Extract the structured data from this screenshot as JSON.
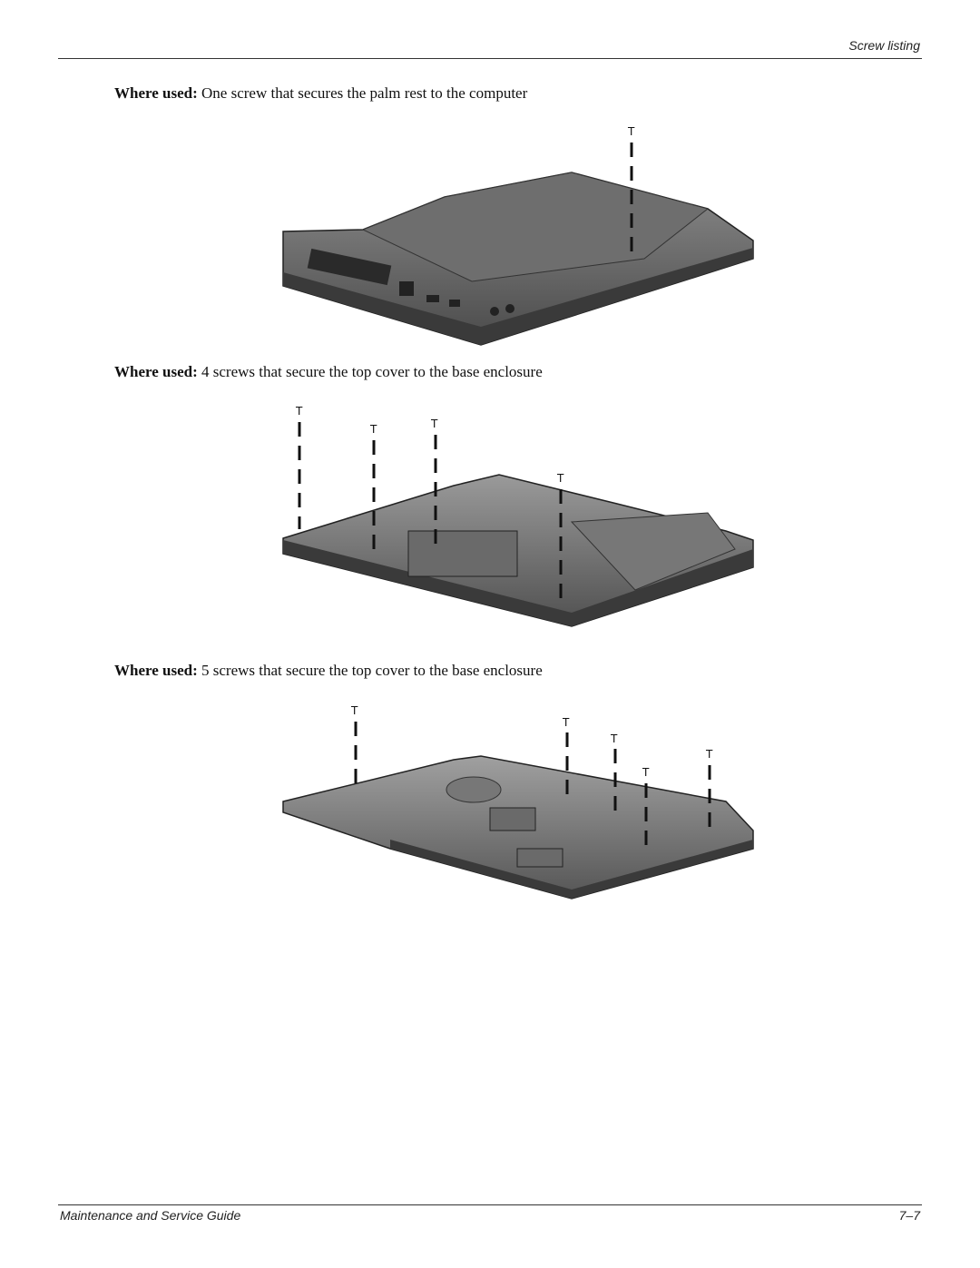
{
  "header": {
    "section_title": "Screw listing"
  },
  "sections": [
    {
      "label": "Where used:",
      "text": " One screw that secures the palm rest to the computer"
    },
    {
      "label": "Where used:",
      "text": " 4 screws that secure the top cover to the base enclosure"
    },
    {
      "label": "Where used:",
      "text": " 5 screws that secure the top cover to the base enclosure"
    }
  ],
  "figures": [
    {
      "name": "palm-rest-screw-figure",
      "screw_count": 1
    },
    {
      "name": "top-cover-4-screws-figure",
      "screw_count": 4
    },
    {
      "name": "top-cover-5-screws-figure",
      "screw_count": 5
    }
  ],
  "footer": {
    "guide_title": "Maintenance and Service Guide",
    "page_number": "7–7"
  }
}
